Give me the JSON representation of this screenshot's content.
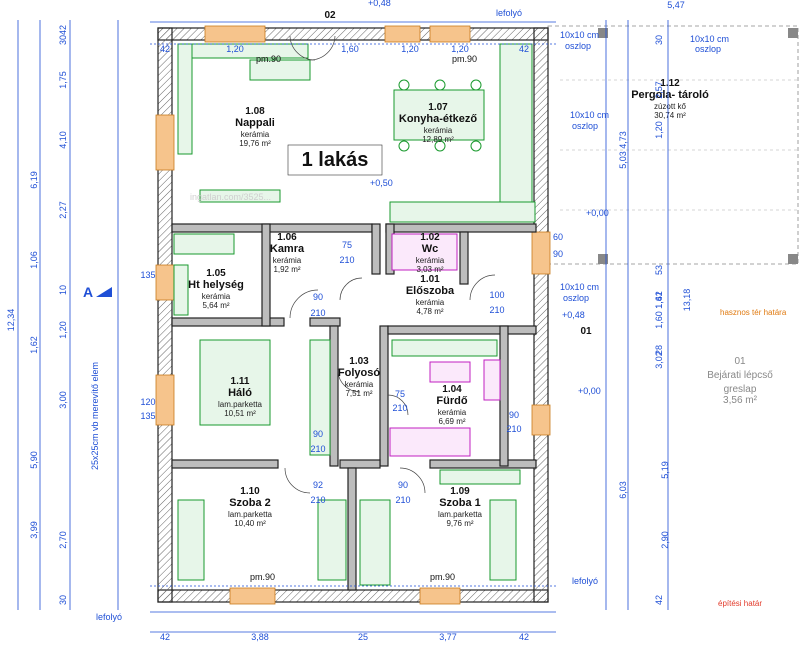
{
  "title": "1 lakás",
  "section_marks": {
    "top": "02",
    "right": "01",
    "section_a": "A"
  },
  "rooms": [
    {
      "id": "1.08",
      "name": "Nappali",
      "material": "kerámia",
      "area": "19,76 m²"
    },
    {
      "id": "1.07",
      "name": "Konyha-étkező",
      "material": "kerámia",
      "area": "12,89 m²"
    },
    {
      "id": "1.06",
      "name": "Kamra",
      "material": "kerámia",
      "area": "1,92 m²"
    },
    {
      "id": "1.02",
      "name": "Wc",
      "material": "kerámia",
      "area": "3,03 m²"
    },
    {
      "id": "1.05",
      "name": "Ht helység",
      "material": "kerámia",
      "area": "5,64 m²"
    },
    {
      "id": "1.01",
      "name": "Előszoba",
      "material": "kerámia",
      "area": "4,78 m²"
    },
    {
      "id": "1.03",
      "name": "Folyosó",
      "material": "kerámia",
      "area": "7,51 m²"
    },
    {
      "id": "1.04",
      "name": "Fürdő",
      "material": "kerámia",
      "area": "6,69 m²"
    },
    {
      "id": "1.11",
      "name": "Háló",
      "material": "lam.parketta",
      "area": "10,51 m²"
    },
    {
      "id": "1.10",
      "name": "Szoba 2",
      "material": "lam.parketta",
      "area": "10,40 m²"
    },
    {
      "id": "1.09",
      "name": "Szoba 1",
      "material": "lam.parketta",
      "area": "9,76 m²"
    },
    {
      "id": "1.12",
      "name": "Pergola- tároló",
      "material": "zúzott kő",
      "area": "30,74 m²"
    }
  ],
  "stair": {
    "id": "01",
    "name": "Bejárati lépcső",
    "material": "greslap",
    "area": "3,56 m²"
  },
  "annotations": {
    "oszlop1": "10x10 cm",
    "oszlop1b": "oszlop",
    "oszlop2": "10x10 cm",
    "oszlop2b": "oszlop",
    "oszlop3": "10x10 cm",
    "oszlop3b": "oszlop",
    "oszlop4": "10x10 cm",
    "oszlop4b": "oszlop",
    "lefolyo": "lefolyó",
    "hasznos": "hasznos tér határa",
    "epitesi": "építési határ",
    "level1": "+0,50",
    "level2": "+0,00",
    "level3": "+0,48",
    "level4": "+0,00",
    "level5": "+0,48",
    "vb": "25x25cm vb merevítő elem",
    "pm90": "pm.90"
  },
  "dims_top": [
    "42",
    "1,20",
    "1,60",
    "1,20",
    "1,20",
    "42"
  ],
  "dims_bottom": [
    "42",
    "3,88",
    "25",
    "3,77",
    "42"
  ],
  "dims_left_outer": [
    "12,34"
  ],
  "dims_left": [
    "6,19",
    "1,06",
    "1,62",
    "5,90",
    "3,99"
  ],
  "dims_left_inner": [
    "30",
    "42",
    "1,75",
    "4,10",
    "2,27",
    "10",
    "1,20",
    "3,00",
    "2,70",
    "30"
  ],
  "dims_right": [
    "5,47",
    "4,73",
    "5,03",
    "13,18",
    "6,03",
    "5,19",
    "2,90"
  ],
  "dims_right_inner": [
    "30",
    "2,57",
    "1,20",
    "1,62",
    "53",
    "28",
    "3,02",
    "1,41",
    "1,60",
    "42"
  ],
  "door_dims": [
    "90",
    "210",
    "75",
    "210",
    "100",
    "210",
    "90",
    "210",
    "75",
    "210",
    "90",
    "210",
    "92",
    "210",
    "90",
    "210",
    "60",
    "90",
    "135",
    "120",
    "135"
  ]
}
